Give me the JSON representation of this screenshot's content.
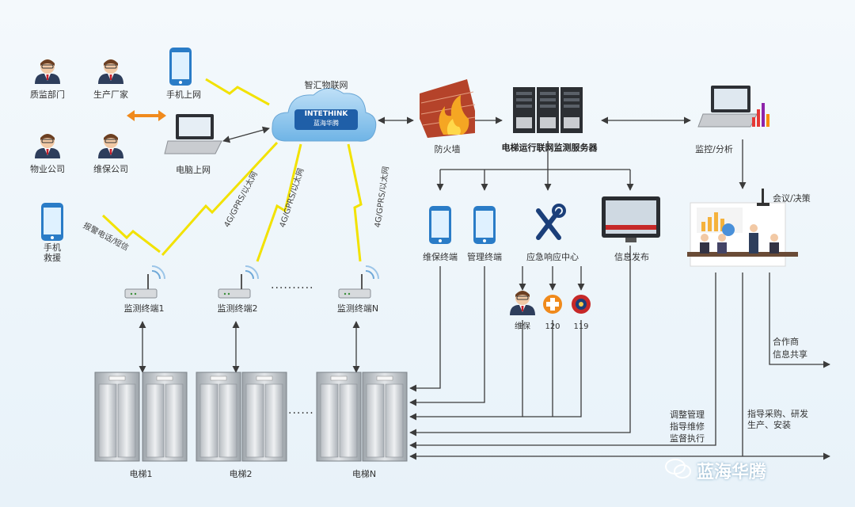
{
  "users": {
    "zhijian": "质监部门",
    "factory": "生产厂家",
    "property": "物业公司",
    "maintenance": "维保公司",
    "mobile_web": "手机上网",
    "pc_web": "电脑上网",
    "mobile_rescue": "手机\n救援",
    "alarm_label": "报警电话/短信"
  },
  "cloud": {
    "title": "智汇物联网",
    "badge_top": "INTETHINK",
    "badge_bottom": "蓝海华腾"
  },
  "network_labels": [
    "4G/GPRS/以太网",
    "4G/GPRS/以太网",
    "4G/GPRS/以太网"
  ],
  "firewall": "防火墙",
  "server": "电梯运行联网监测服务器",
  "monitor": "监控/分析",
  "meeting": "会议/决策",
  "terminals": {
    "maint": "维保终端",
    "manage": "管理终端",
    "emergency": "应急响应中心",
    "info": "信息发布"
  },
  "responders": [
    "维保",
    "120",
    "119"
  ],
  "monitors": [
    "监测终端1",
    "监测终端2",
    "监测终端N"
  ],
  "dots": "..........",
  "elevators": [
    "电梯1",
    "电梯2",
    "电梯N"
  ],
  "elevator_dots": "......",
  "outputs": {
    "adjust": "调整管理\n指导维修\n监督执行",
    "guide": "指导采购、研发\n生产、安装",
    "partner": "合作商\n信息共享"
  },
  "watermark": "蓝海华腾",
  "colors": {
    "arrow": "#3b3b3b",
    "lightning": "#f2e200",
    "accent_orange": "#f08a1c",
    "phone_blue": "#2a7cc7"
  }
}
